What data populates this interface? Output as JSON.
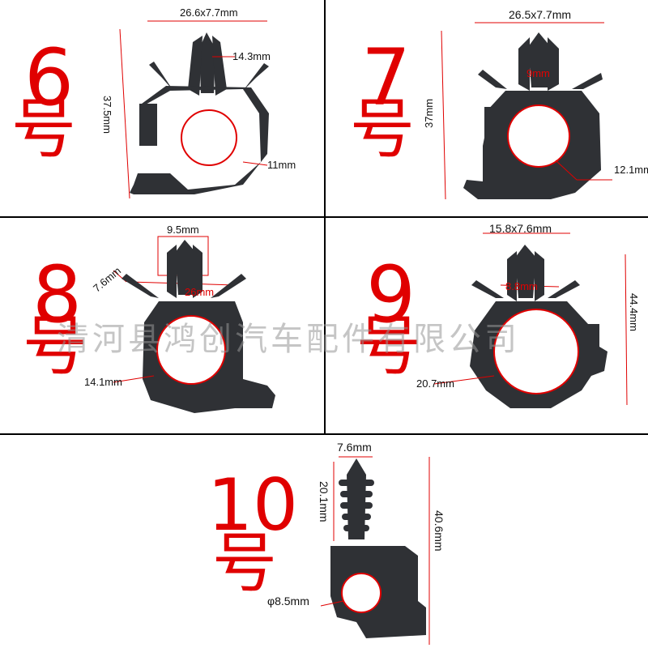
{
  "watermark": "清河县鸿创汽车配件有限公司",
  "colors": {
    "accent": "#e00000",
    "part": "#2f3135",
    "line": "#111111"
  },
  "panels": [
    {
      "number": "6",
      "suffix": "号",
      "dims": {
        "top": "26.6x7.7mm",
        "height": "37.5mm",
        "head": "14.3mm",
        "ring": "11mm"
      }
    },
    {
      "number": "7",
      "suffix": "号",
      "dims": {
        "top": "26.5x7.7mm",
        "height": "37mm",
        "head": "9mm",
        "ring": "12.1mm"
      }
    },
    {
      "number": "8",
      "suffix": "号",
      "dims": {
        "head": "9.5mm",
        "side": "7.6mm",
        "span": "26mm",
        "ring": "14.1mm"
      }
    },
    {
      "number": "9",
      "suffix": "号",
      "dims": {
        "top": "15.8x7.6mm",
        "head": "8.8mm",
        "height": "44.4mm",
        "ring": "20.7mm"
      }
    },
    {
      "number": "10",
      "suffix": "号",
      "dims": {
        "top": "7.6mm",
        "stem": "20.1mm",
        "height": "40.6mm",
        "ring": "φ8.5mm"
      }
    }
  ]
}
